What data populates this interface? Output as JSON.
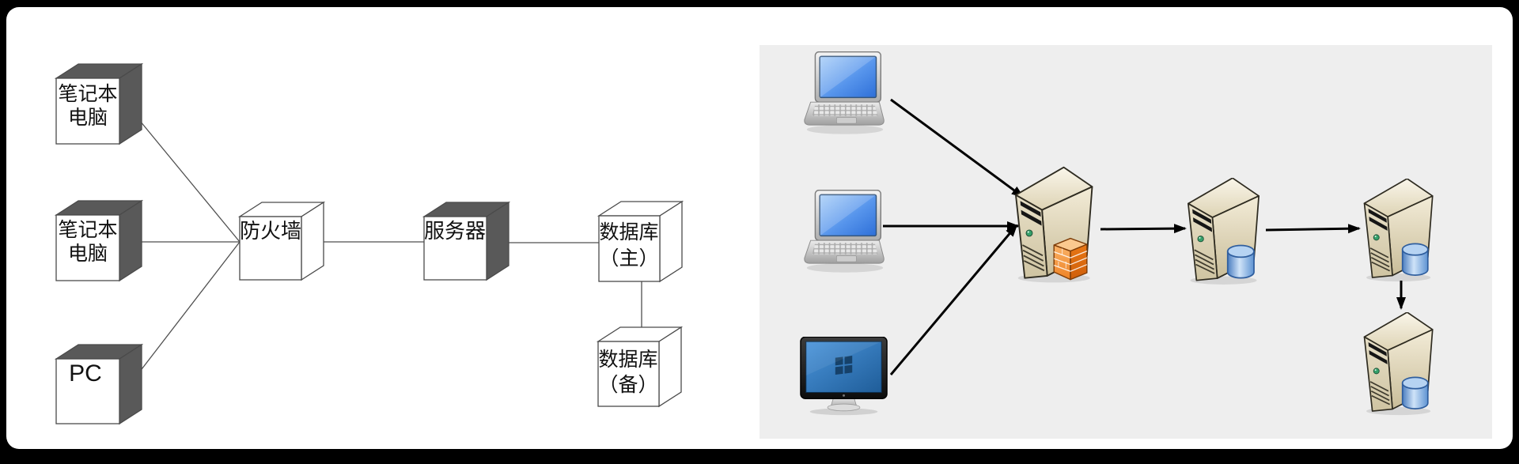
{
  "window": {
    "frame_color": "#000000",
    "panel_color": "#ffffff"
  },
  "left_diagram": {
    "type": "3d-box-network-topology",
    "nodes": {
      "laptop_top": {
        "label_line1": "笔记本",
        "label_line2": "电脑"
      },
      "laptop_mid": {
        "label_line1": "笔记本",
        "label_line2": "电脑"
      },
      "pc": {
        "label": "PC"
      },
      "firewall": {
        "label": "防火墙"
      },
      "server": {
        "label": "服务器"
      },
      "database_primary": {
        "label_line1": "数据库",
        "label_line2": "（主）"
      },
      "database_backup": {
        "label_line1": "数据库",
        "label_line2": "（备）"
      }
    },
    "connections": [
      "laptop_top-firewall",
      "laptop_mid-firewall",
      "pc-firewall",
      "firewall-server",
      "server-database_primary",
      "database_primary-database_backup"
    ],
    "colors": {
      "box_front": "#ffffff",
      "box_dark_face": "#595959",
      "box_stroke": "#4a4a4a",
      "connector": "#4f4f4f",
      "text": "#111111"
    }
  },
  "right_diagram": {
    "type": "icon-network-topology",
    "background": "#eeeeee",
    "icons": {
      "laptop_top": "laptop-icon",
      "laptop_mid": "laptop-icon",
      "desktop_pc": "desktop-monitor-icon",
      "firewall_server": "firewall-server-icon",
      "middle_db_server": "database-server-icon",
      "primary_db_server": "database-server-icon",
      "backup_db_server": "database-server-icon"
    },
    "flows": [
      "laptop_top→firewall_server",
      "laptop_mid→firewall_server",
      "desktop_pc→firewall_server",
      "firewall_server→middle_db_server",
      "middle_db_server→primary_db_server",
      "primary_db_server→backup_db_server"
    ],
    "colors": {
      "arrow": "#000000",
      "server_body": "#ded5b6",
      "firewall_brick": "#ee8226",
      "database_cylinder": "#5e93d2",
      "laptop_screen": "#5795ec",
      "monitor_screen": "#2e74b8"
    }
  }
}
